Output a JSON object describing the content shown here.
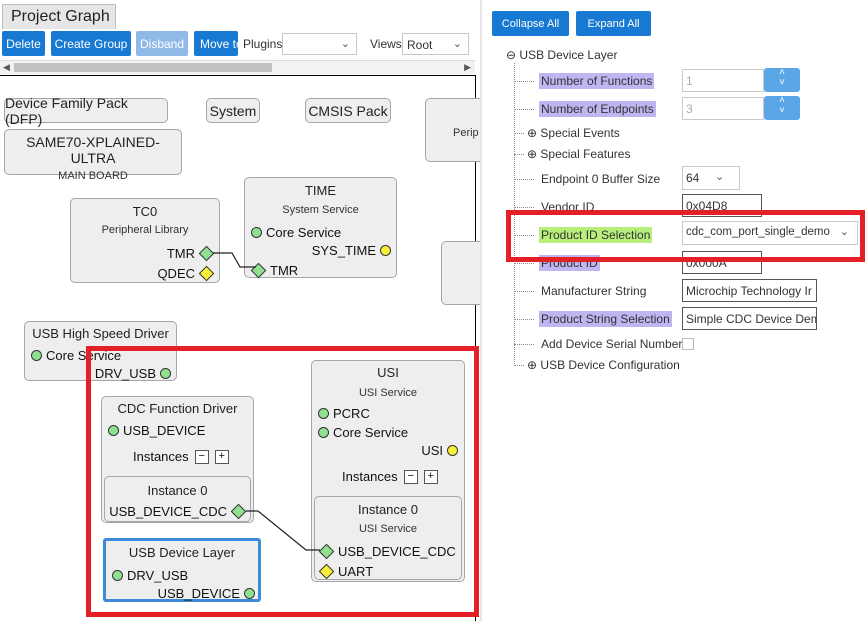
{
  "left": {
    "tab_title": "Project Graph",
    "toolbar": {
      "delete": "Delete",
      "create_group": "Create Group",
      "disband": "Disband",
      "move_to": "Move to",
      "plugins_label": "Plugins:",
      "plugins_value": "",
      "views_label": "Views:",
      "views_value": "Root"
    },
    "nodes": {
      "dfp": "Device Family Pack (DFP)",
      "system": "System",
      "cmsis": "CMSIS Pack",
      "periph_partial": "Perip",
      "board_title": "SAME70-XPLAINED-ULTRA",
      "board_sub": "MAIN BOARD",
      "tc0_title": "TC0",
      "tc0_sub": "Peripheral Library",
      "tc0_tmr": "TMR",
      "tc0_qdec": "QDEC",
      "time_title": "TIME",
      "time_sub": "System Service",
      "time_core": "Core Service",
      "time_sys": "SYS_TIME",
      "time_tmr": "TMR",
      "hs_title": "USB High Speed Driver",
      "hs_core": "Core Service",
      "hs_drv": "DRV_USB",
      "cdc_title": "CDC Function Driver",
      "cdc_usb": "USB_DEVICE",
      "cdc_instances": "Instances",
      "cdc_inst_title": "Instance 0",
      "cdc_inst_port": "USB_DEVICE_CDC",
      "udl_title": "USB Device Layer",
      "udl_drv": "DRV_USB",
      "udl_dev": "USB_DEVICE",
      "usi_title": "USI",
      "usi_sub": "USI Service",
      "usi_pcrc": "PCRC",
      "usi_core": "Core Service",
      "usi_usi": "USI",
      "usi_instances": "Instances",
      "usi_inst_title": "Instance 0",
      "usi_inst_sub": "USI Service",
      "usi_inst_cdc": "USB_DEVICE_CDC",
      "usi_inst_uart": "UART"
    }
  },
  "right": {
    "collapse_all": "Collapse All",
    "expand_all": "Expand All",
    "root": "USB Device Layer",
    "rows": {
      "num_functions": {
        "label": "Number of Functions",
        "value": "1"
      },
      "num_endpoints": {
        "label": "Number of Endpoints",
        "value": "3"
      },
      "special_events": "Special Events",
      "special_features": "Special Features",
      "ep0_buffer": {
        "label": "Endpoint 0 Buffer Size",
        "value": "64"
      },
      "vendor_id": {
        "label": "Vendor ID",
        "value": "0x04D8"
      },
      "product_id_sel": {
        "label": "Product ID Selection",
        "value": "cdc_com_port_single_demo"
      },
      "product_id": {
        "label": "Product ID",
        "value": "0x000A"
      },
      "manufacturer": {
        "label": "Manufacturer String",
        "value": "Microchip Technology Ir"
      },
      "product_string_sel": {
        "label": "Product String Selection",
        "value": "Simple CDC Device Dem"
      },
      "serial_number": {
        "label": "Add Device Serial Number"
      },
      "device_config": "USB Device Configuration"
    }
  },
  "colors": {
    "button_blue": "#1779d1",
    "highlight_red": "#e41f25",
    "port_green": "#8fe08f",
    "port_yellow": "#f7ef3a",
    "label_purple": "#bdb6f0",
    "label_green": "#b7ef7a"
  }
}
